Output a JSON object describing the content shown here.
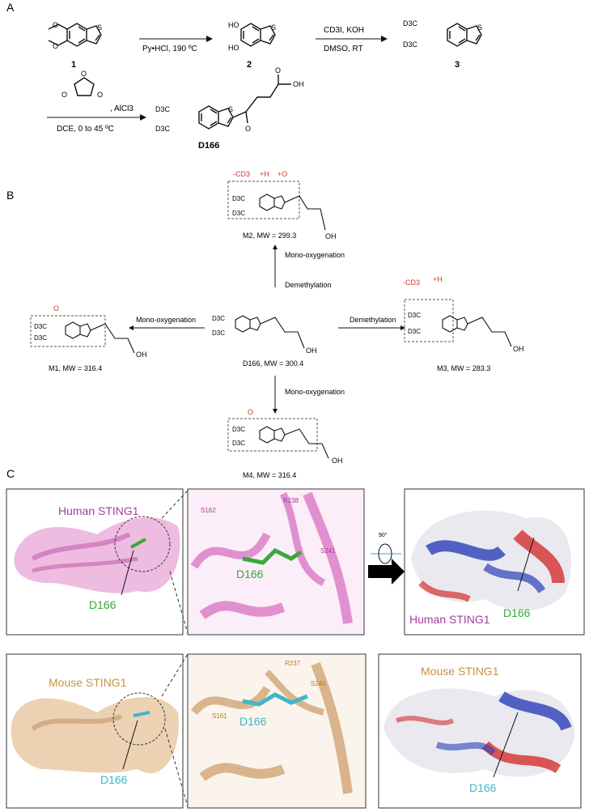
{
  "panels": {
    "a": "A",
    "b": "B",
    "c": "C"
  },
  "sectionA": {
    "step1": {
      "reagent": "Py•HCl, 190 ºC",
      "compound_from": "1",
      "compound_to": "2"
    },
    "step2": {
      "reagent_top": "CD3I, KOH",
      "reagent_bottom": "DMSO, RT",
      "compound_to": "3"
    },
    "step3": {
      "reagent_top": ", AlCl3",
      "reagent_bottom": "DCE, 0 to 45 ºC",
      "product": "D166"
    },
    "atoms": {
      "S": "S",
      "O": "O",
      "OH": "OH",
      "HO": "HO",
      "D3C": "D3C"
    }
  },
  "sectionB": {
    "center": "D166, MW = 300.4",
    "m1": {
      "label": "M1, MW = 316.4",
      "mod": "O"
    },
    "m2": {
      "label": "M2, MW = 299.3",
      "mods": [
        "-CD3",
        "+H",
        "+O"
      ]
    },
    "m3": {
      "label": "M3, MW = 283.3",
      "mods": [
        "-CD3",
        "+H"
      ]
    },
    "m4": {
      "label": "M4, MW = 316.4",
      "mod": "O"
    },
    "arrows": {
      "left": "Mono-oxygenation",
      "right": "Demethylation",
      "up_lower": "Demethylation",
      "up_upper": "Mono-oxygenation",
      "down": "Mono-oxygenation"
    }
  },
  "sectionC": {
    "row1": {
      "overview_title": "Human STING1",
      "ligand": "D166",
      "residues": [
        "S162",
        "R238",
        "S241"
      ],
      "rotation": "90°",
      "surface_title": "Human STING1",
      "surface_ligand": "D166"
    },
    "row2": {
      "overview_title": "Mouse STING1",
      "ligand": "D166",
      "residues": [
        "R237",
        "S240",
        "S161"
      ],
      "surface_title": "Mouse STING1",
      "surface_ligand": "D166"
    }
  },
  "colors": {
    "human_pink": "#e8a6d6",
    "mouse_tan": "#e6c39a",
    "ligand_green": "#3aa83a",
    "ligand_cyan": "#3fb6c9",
    "human_title": "#a040a0",
    "mouse_title": "#c9933f",
    "mod_red": "#d9342b"
  }
}
